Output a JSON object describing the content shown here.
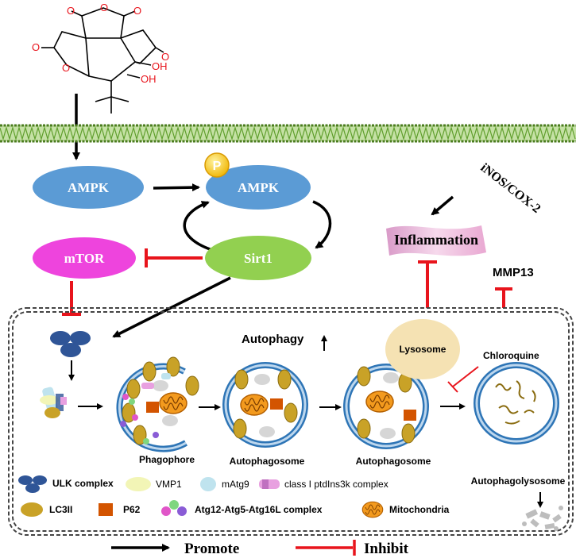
{
  "molecule": {
    "oxygen_label": "O",
    "hydroxyl_label": "OH"
  },
  "signaling": {
    "ampk": "AMPK",
    "p_ampk": "AMPK",
    "phospho": "P",
    "sirt1": "Sirt1",
    "mtor": "mTOR",
    "inos_cox2": "iNOS/COX-2",
    "inflammation": "Inflammation",
    "mmp13": "MMP13"
  },
  "autophagy": {
    "title": "Autophagy",
    "lysosome": "Lysosome",
    "chloroquine": "Chloroquine",
    "stages": {
      "phagophore": "Phagophore",
      "autophagosome_1": "Autophagosome",
      "autophagosome_2": "Autophagosome",
      "autophagolysosome": "Autophagolysosome"
    }
  },
  "legend": {
    "ulk": "ULK complex",
    "vmp1": "VMP1",
    "matg9": "mAtg9",
    "pi3k": "class I ptdIns3k complex",
    "lc3": "LC3II",
    "p62": "P62",
    "atg12": "Atg12-Atg5-Atg16L complex",
    "mito": "Mitochondria",
    "promote": "Promote",
    "inhibit": "Inhibit"
  },
  "colors": {
    "ampk": "#5b9bd5",
    "sirt1": "#92d050",
    "mtor": "#ee44dd",
    "inhibit": "#e8141c",
    "lc3": "#c9a227",
    "p62": "#d35400",
    "lysosome": "#f5e2b3",
    "membrane": "#7cb342"
  }
}
